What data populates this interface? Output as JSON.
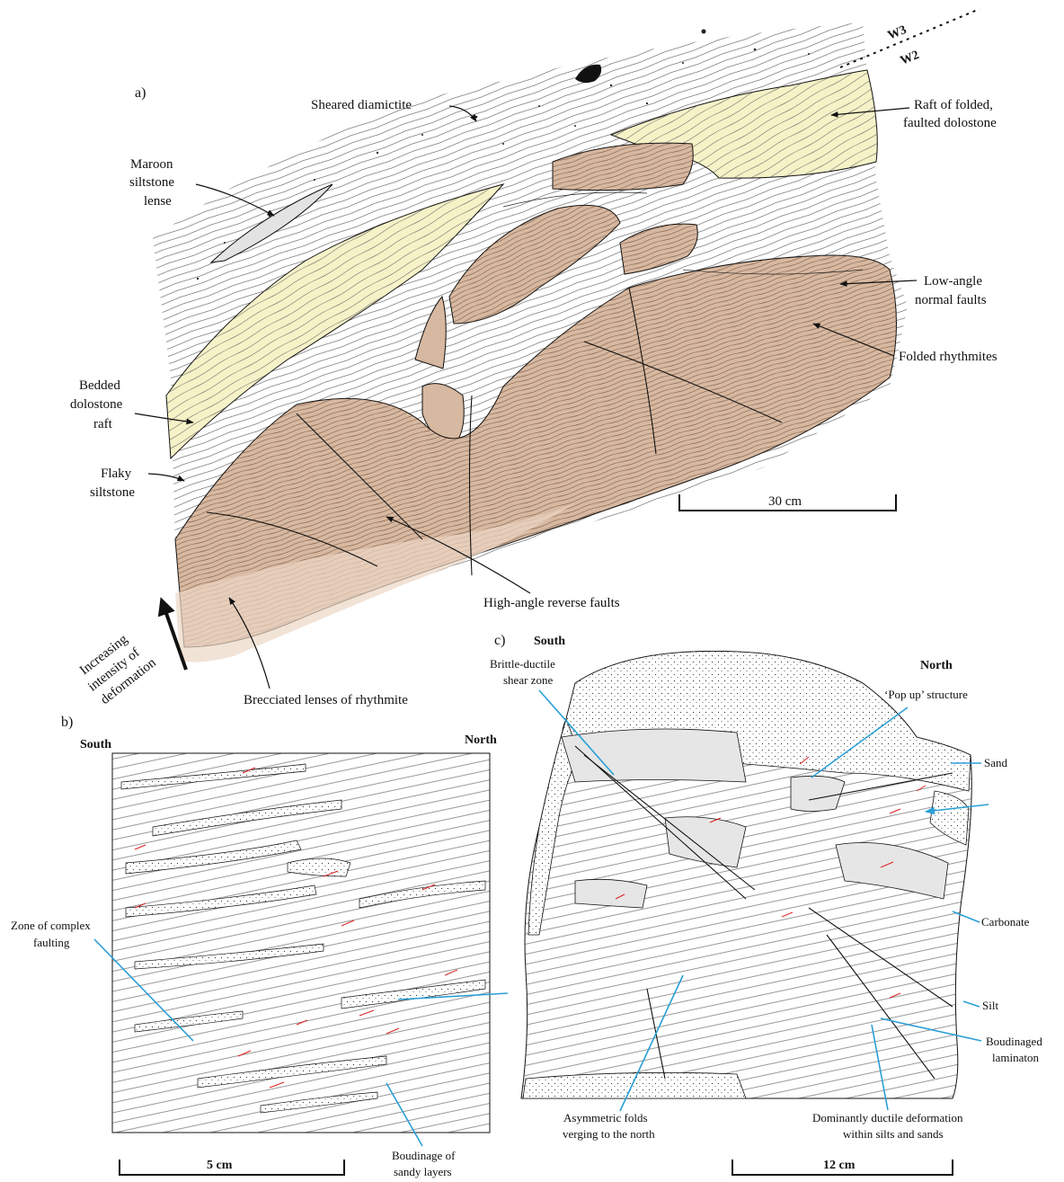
{
  "colors": {
    "rhythmite": "#d7b8a0",
    "rhythmite_light": "#ecd7c6",
    "dolostone": "#f6f2c8",
    "maroon_lens": "#e3e3e3",
    "carbonate": "#e6e6e6",
    "shear_marks": "#dd2222",
    "leader_blue": "#2a9fd6"
  },
  "panel_a": {
    "letter": "a)",
    "fault_labels": [
      "W3",
      "W2"
    ],
    "labels": {
      "sheared_diamictite": "Sheared diamictite",
      "raft_folded_1": "Raft of folded,",
      "raft_folded_2": "faulted dolostone",
      "maroon_1": "Maroon",
      "maroon_2": "siltstone",
      "maroon_3": "lense",
      "low_angle_1": "Low-angle",
      "low_angle_2": "normal faults",
      "folded_rhythmites": "Folded rhythmites",
      "bedded_1": "Bedded",
      "bedded_2": "dolostone",
      "bedded_3": "raft",
      "flaky_1": "Flaky",
      "flaky_2": "siltstone",
      "high_angle": "High-angle reverse faults",
      "brecciated": "Brecciated lenses of rhythmite",
      "deform_1": "Increasing",
      "deform_2": "intensity of",
      "deform_3": "deformation"
    },
    "scale": "30 cm"
  },
  "panel_b": {
    "letter": "b)",
    "south": "South",
    "north": "North",
    "zone_1": "Zone of complex",
    "zone_2": "faulting",
    "boud_1": "Boudinage of",
    "boud_2": "sandy layers",
    "scale": "5 cm"
  },
  "panel_c": {
    "letter": "c)",
    "south": "South",
    "north": "North",
    "brittle_1": "Brittle-ductile",
    "brittle_2": "shear zone",
    "popup": "‘Pop up’ structure",
    "sand": "Sand",
    "carbonate": "Carbonate",
    "silt": "Silt",
    "boudlam_1": "Boudinaged",
    "boudlam_2": "laminaton",
    "asym_1": "Asymmetric folds",
    "asym_2": "verging to the north",
    "ductile_1": "Dominantly ductile deformation",
    "ductile_2": "within silts and sands",
    "scale": "12 cm"
  }
}
